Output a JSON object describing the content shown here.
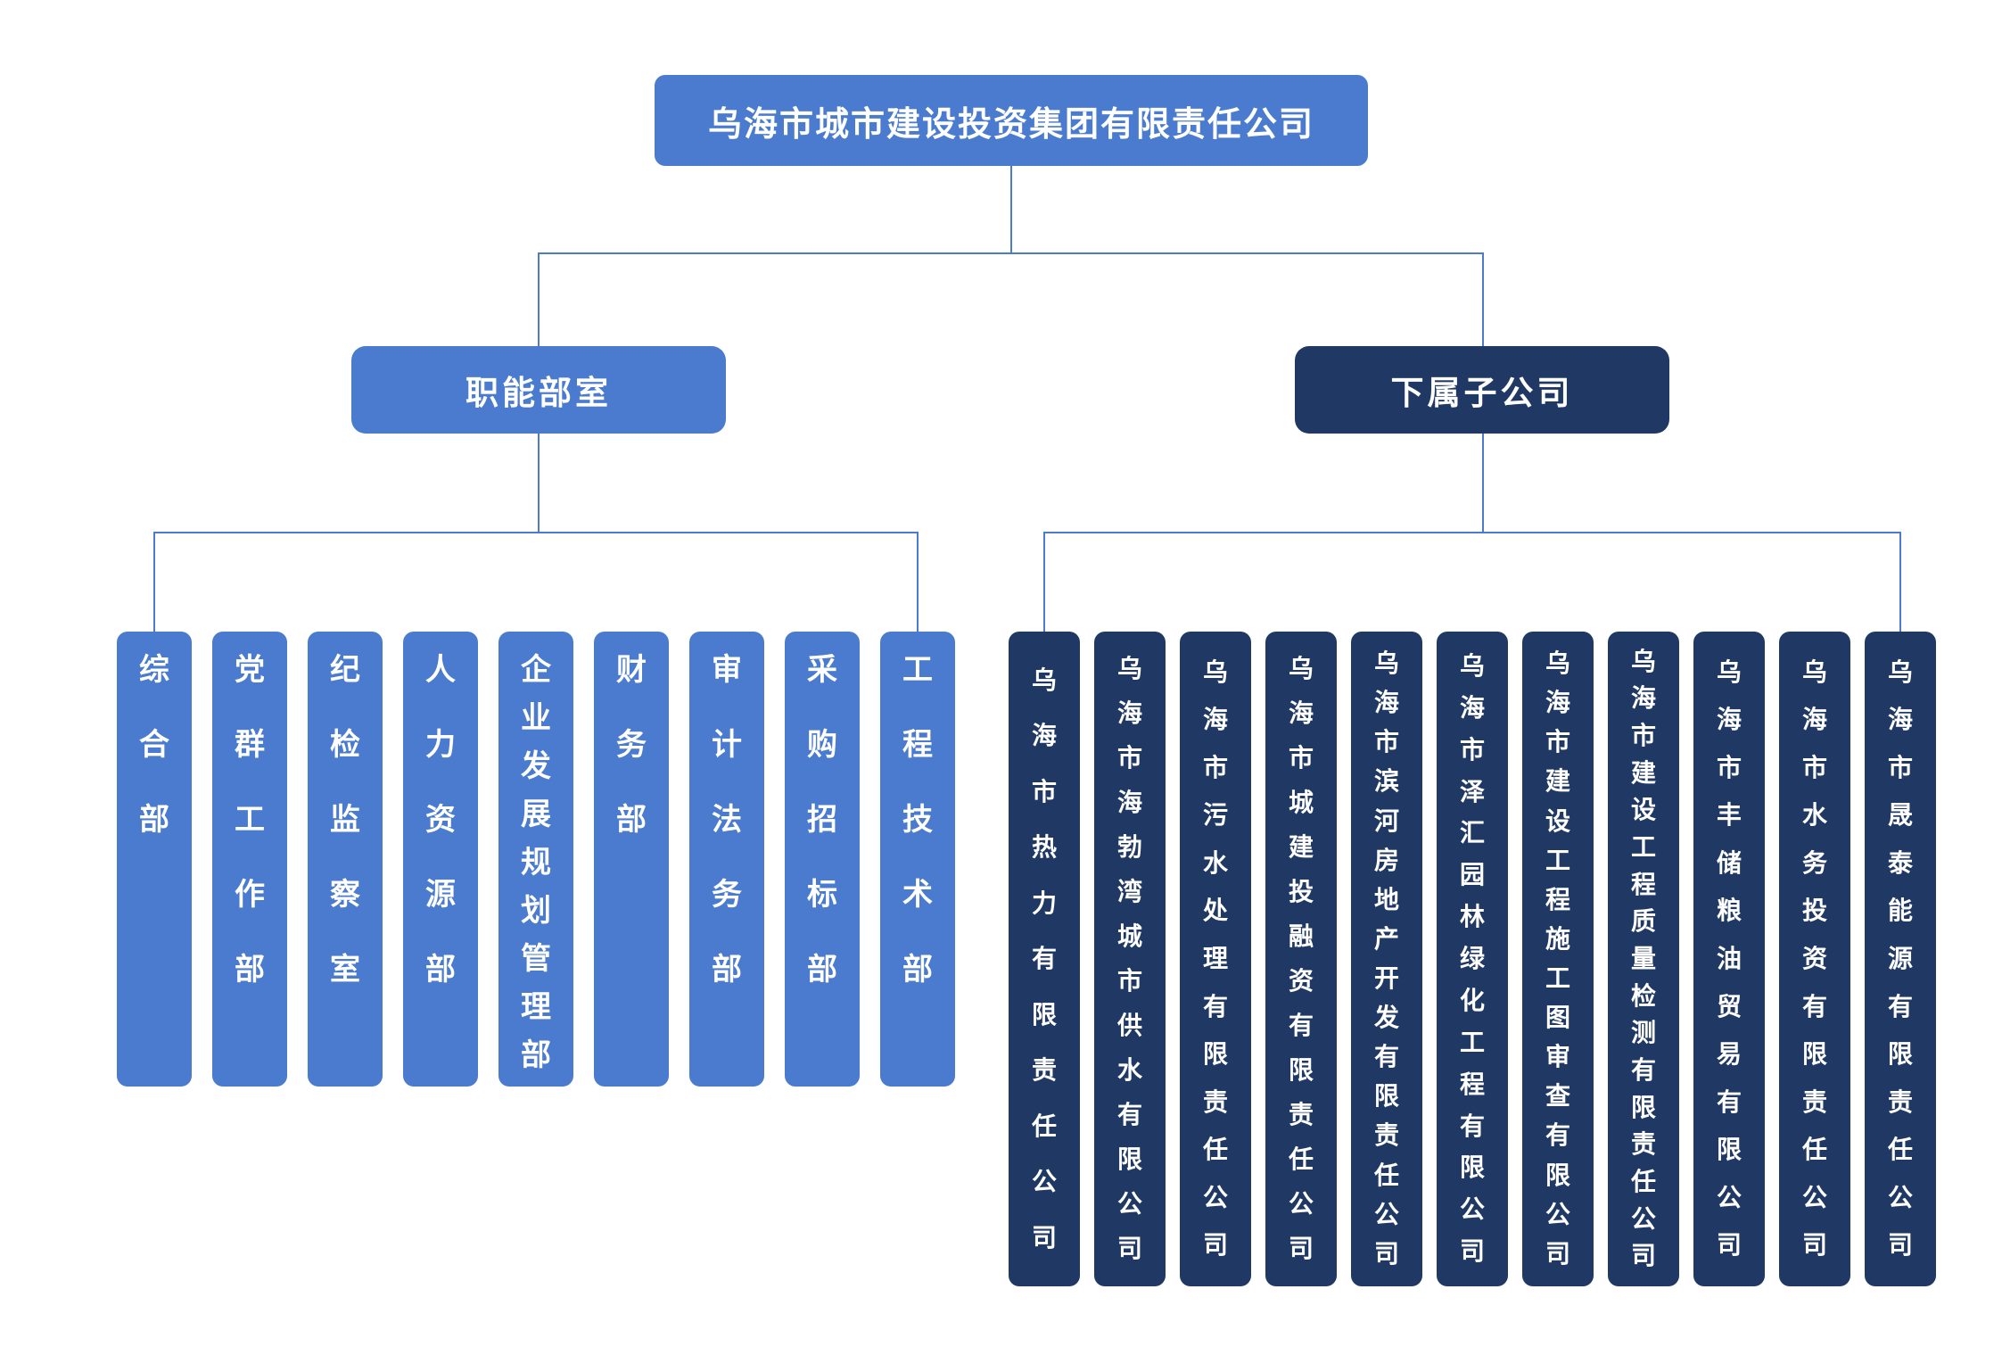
{
  "palette": {
    "primary": "#4A7BCE",
    "dark": "#1F3864",
    "line": "#4A7BCE",
    "text-on-fill": "#FFFFFF",
    "bg": "#FFFFFF"
  },
  "chart": {
    "type": "org-chart",
    "root": "乌海市城市建设投资集团有限责任公司",
    "branches": {
      "functional": "职能部室",
      "subsidiaries": "下属子公司"
    },
    "departments": [
      "综合部",
      "党群工作部",
      "纪检监察室",
      "人力资源部",
      "企业发展规划管理部",
      "财务部",
      "审计法务部",
      "采购招标部",
      "工程技术部"
    ],
    "subsidiaries": [
      "乌海市热力有限责任公司",
      "乌海市海勃湾城市供水有限公司",
      "乌海市污水处理有限责任公司",
      "乌海市城建投融资有限责任公司",
      "乌海市滨河房地产开发有限责任公司",
      "乌海市泽汇园林绿化工程有限公司",
      "乌海市建设工程施工图审查有限公司",
      "乌海市建设工程质量检测有限责任公司",
      "乌海市丰储粮油贸易有限公司",
      "乌海市水务投资有限责任公司",
      "乌海市晟泰能源有限责任公司"
    ]
  }
}
